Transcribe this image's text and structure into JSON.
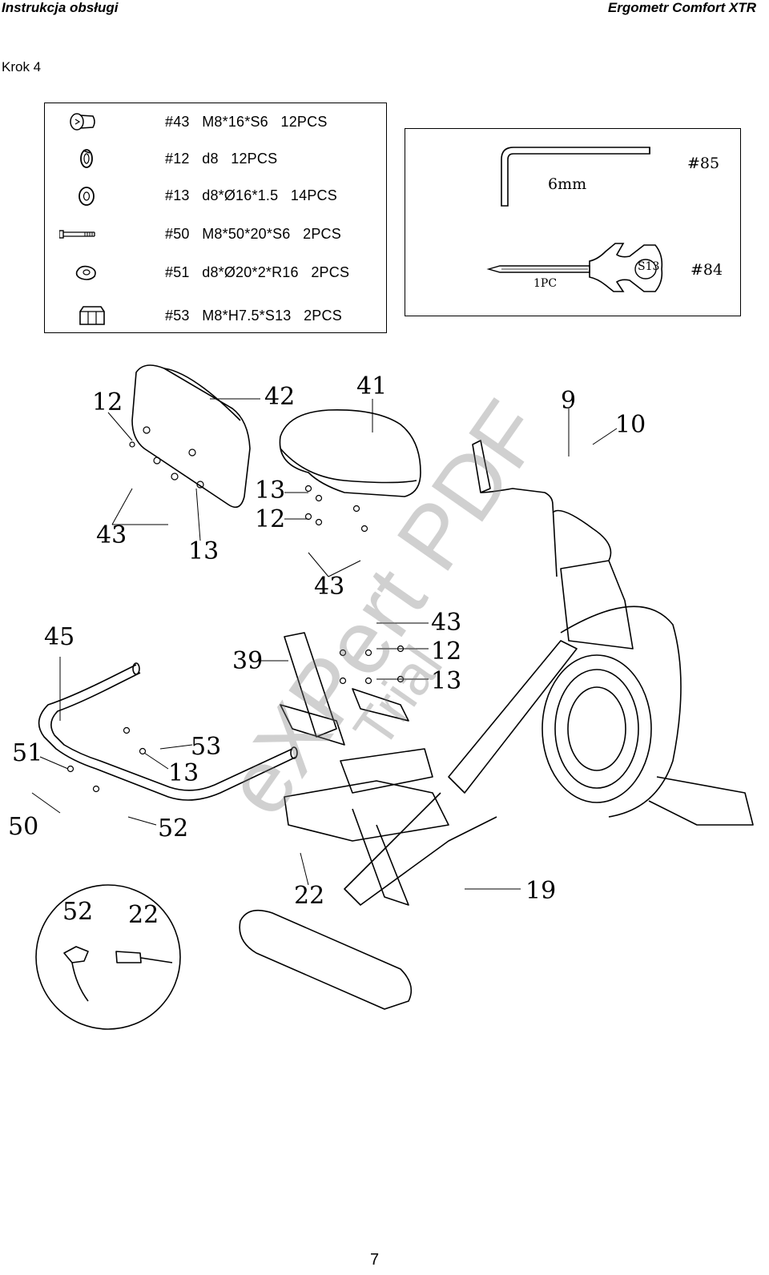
{
  "header": {
    "left": "Instrukcja obsługi",
    "right": "Ergometr Comfort XTR"
  },
  "step_title": "Krok 4",
  "parts": [
    {
      "icon": "bolt-head-icon",
      "text": "#43   M8*16*S6   12PCS"
    },
    {
      "icon": "spring-washer-icon",
      "text": "#12   d8   12PCS"
    },
    {
      "icon": "flat-washer-icon",
      "text": "#13   d8*Ø16*1.5   14PCS"
    },
    {
      "icon": "long-bolt-icon",
      "text": "#50   M8*50*20*S6   2PCS"
    },
    {
      "icon": "curved-washer-icon",
      "text": "#51   d8*Ø20*2*R16   2PCS"
    },
    {
      "icon": "nut-icon",
      "text": "#53   M8*H7.5*S13   2PCS"
    }
  ],
  "tools": {
    "allen_key_size": "6mm",
    "allen_key_number": "#85",
    "wrench_marking": "S13",
    "wrench_qty": "1PC",
    "wrench_number": "#84"
  },
  "callouts": {
    "c12a": "12",
    "c42": "42",
    "c41": "41",
    "c9": "9",
    "c10": "10",
    "c13a": "13",
    "c12b": "12",
    "c43a": "43",
    "c13b": "13",
    "c43b": "43",
    "c45": "45",
    "c43c": "43",
    "c39": "39",
    "c12c": "12",
    "c13c": "13",
    "c53": "53",
    "c51": "51",
    "c13d": "13",
    "c50": "50",
    "c52a": "52",
    "c22a": "22",
    "c19": "19",
    "c52b": "52",
    "c22b": "22"
  },
  "watermark": {
    "line1": "eXPert PDF",
    "line2": "Trial"
  },
  "page_number": "7"
}
